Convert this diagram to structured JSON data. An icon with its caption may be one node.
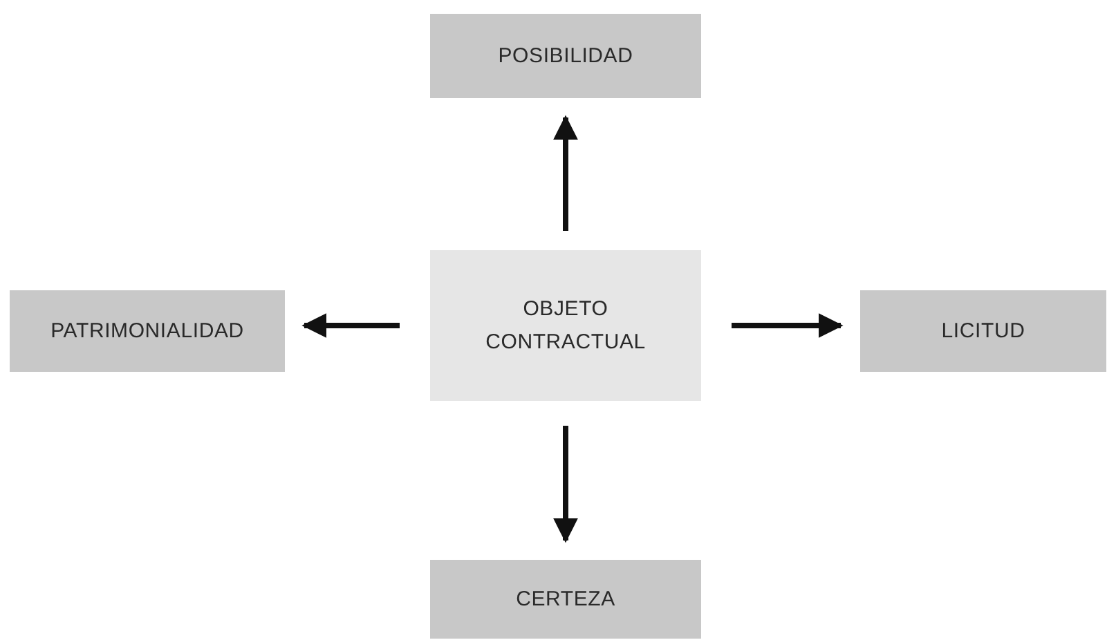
{
  "diagram": {
    "nodes": [
      {
        "text": [
          "OBJETO CONTRACTUAL"
        ]
      },
      {
        "text": [
          "POSIBILIDAD"
        ]
      },
      {
        "text": [
          "PATRIMONIALIDAD"
        ]
      },
      {
        "text": [
          "LICITUD"
        ]
      },
      {
        "text": [
          "CERTEZA"
        ]
      }
    ],
    "edges": [
      {
        "from": 0,
        "to": 1,
        "arrow": "to"
      },
      {
        "from": 0,
        "to": 2,
        "arrow": "to"
      },
      {
        "from": 0,
        "to": 3,
        "arrow": "to"
      },
      {
        "from": 0,
        "to": 4,
        "arrow": "to"
      }
    ]
  }
}
